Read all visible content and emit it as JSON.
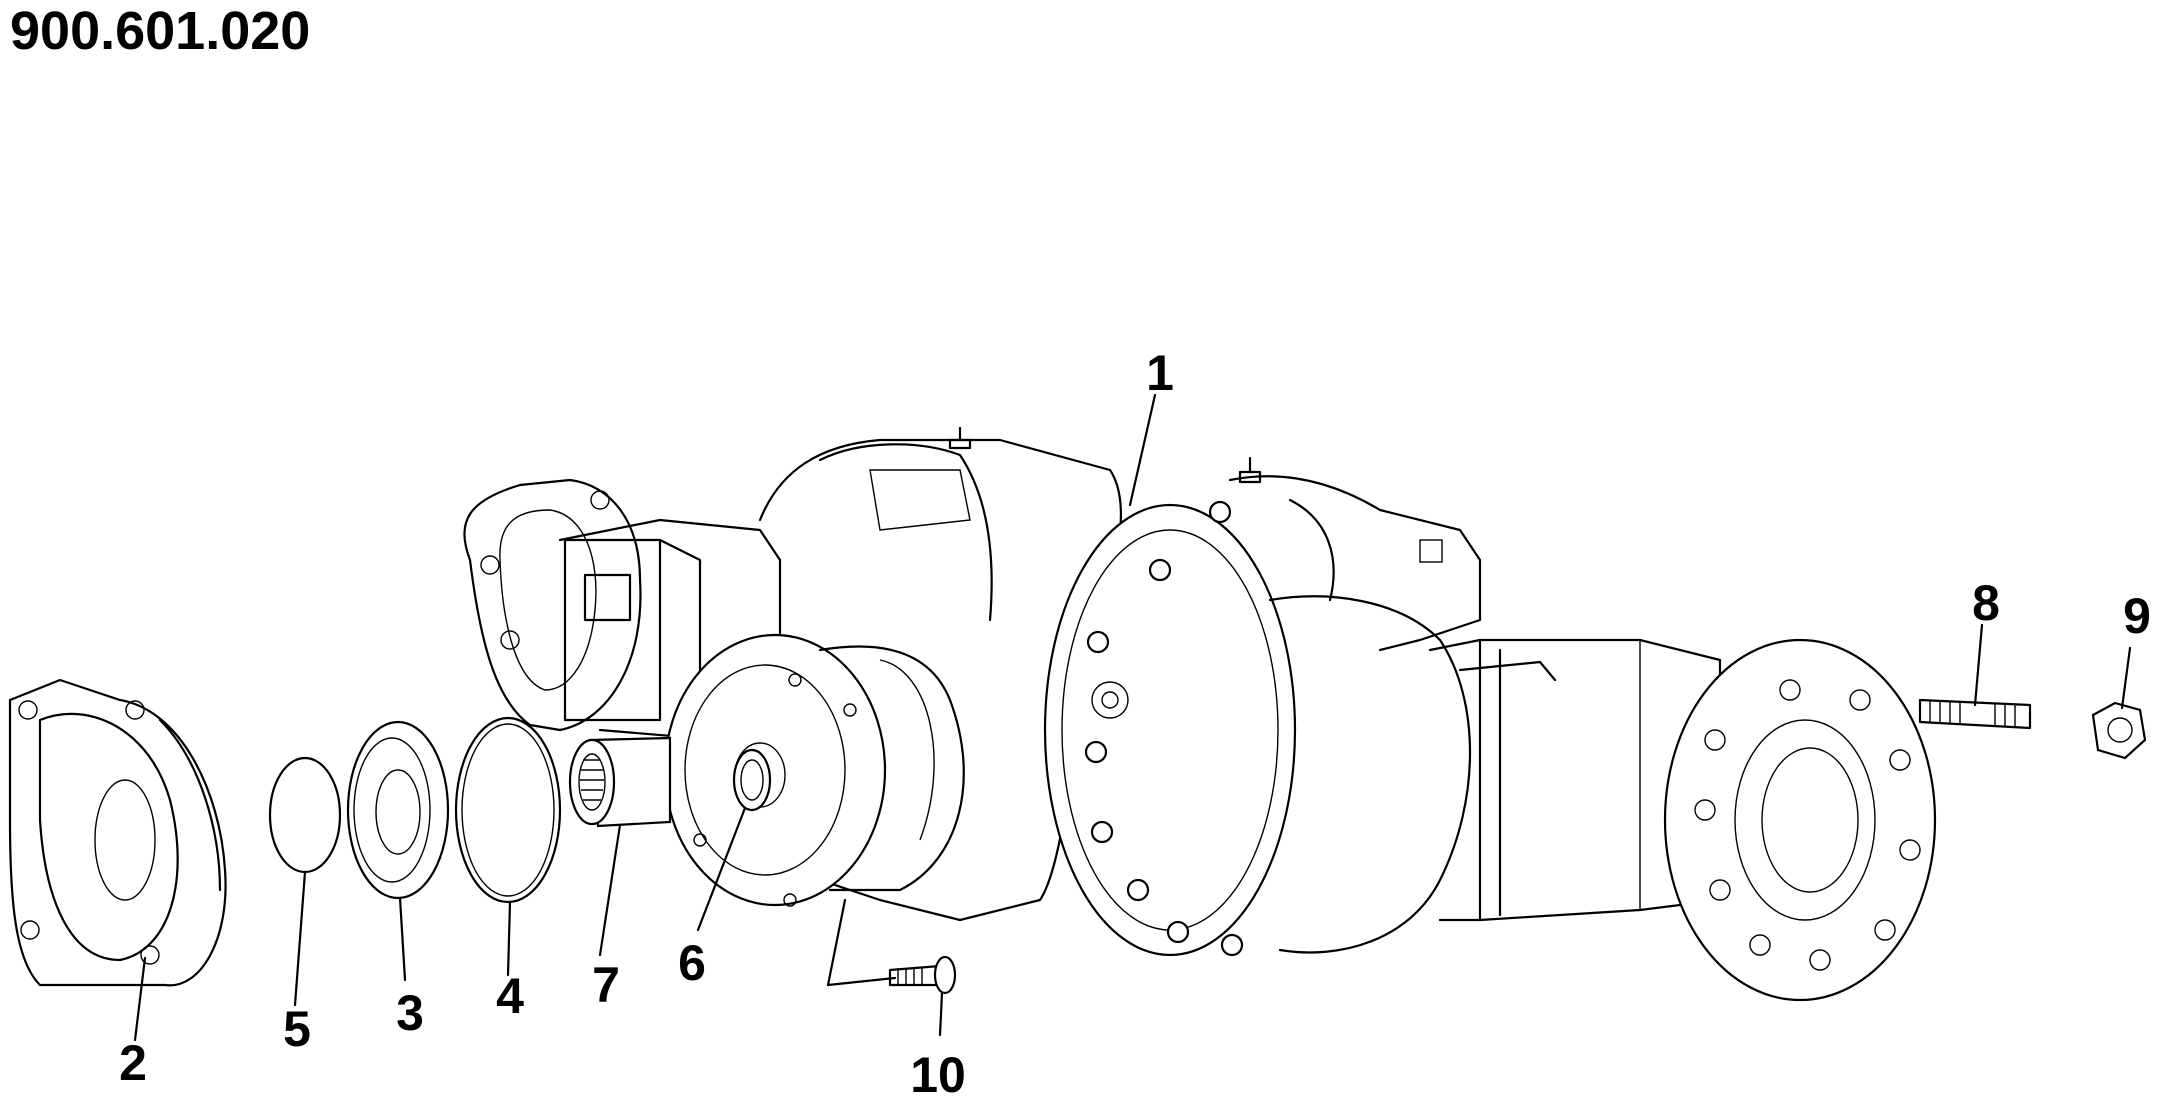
{
  "title": "900.601.020",
  "colors": {
    "ink": "#000000",
    "paper": "#ffffff"
  },
  "callouts": [
    {
      "id": "c1",
      "label": "1"
    },
    {
      "id": "c2",
      "label": "2"
    },
    {
      "id": "c3",
      "label": "3"
    },
    {
      "id": "c4",
      "label": "4"
    },
    {
      "id": "c5",
      "label": "5"
    },
    {
      "id": "c6",
      "label": "6"
    },
    {
      "id": "c7",
      "label": "7"
    },
    {
      "id": "c8",
      "label": "8"
    },
    {
      "id": "c9",
      "label": "9"
    },
    {
      "id": "c10",
      "label": "10"
    }
  ]
}
